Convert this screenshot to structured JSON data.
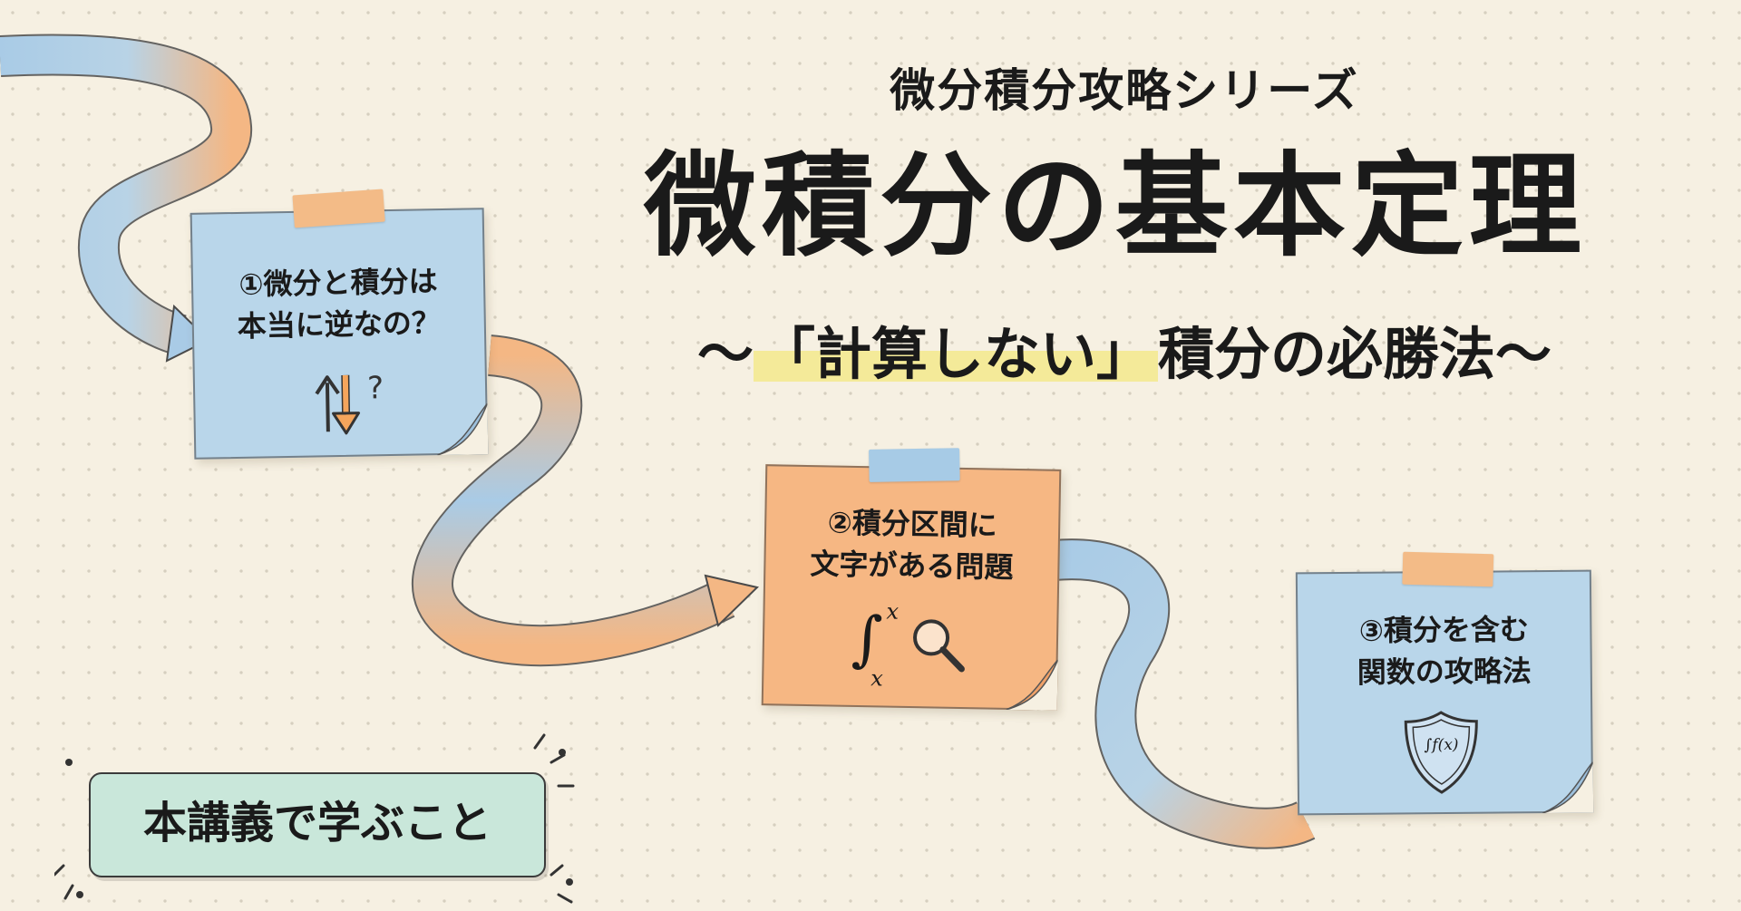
{
  "header": {
    "series": "微分積分攻略シリーズ",
    "title": "微積分の基本定理",
    "subtitle_before": "〜",
    "subtitle_highlight": "「計算しない」",
    "subtitle_after": "積分の必勝法〜"
  },
  "notes": [
    {
      "line1": "①微分と積分は",
      "line2": "本当に逆なの？",
      "icon": "up-down-arrows-question-icon",
      "color": "#b9d6ea"
    },
    {
      "line1": "②積分区間に",
      "line2": "文字がある問題",
      "icon": "integral-magnifier-icon",
      "color": "#f6b783",
      "integral_upper": "x",
      "integral_lower": "x"
    },
    {
      "line1": "③積分を含む",
      "line2": "関数の攻略法",
      "icon": "integral-shield-icon",
      "color": "#b9d6ea",
      "shield_label": "∫f(x)"
    }
  ],
  "badge": {
    "label": "本講義で学ぶこと"
  },
  "colors": {
    "blue": "#b9d6ea",
    "orange": "#f6b783",
    "highlight": "#f4ea99",
    "badge": "#c9e7da"
  }
}
